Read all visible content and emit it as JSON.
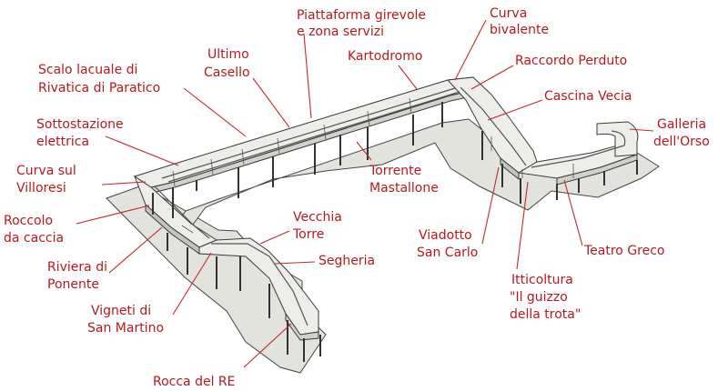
{
  "labels": {
    "scalo": [
      "Scalo lacuale di",
      "Rivatica di Paratico"
    ],
    "ultimo": [
      "Ultimo",
      "Casello"
    ],
    "piattaforma": [
      "Piattaforma girevole",
      "e zona servizi"
    ],
    "curva_bivalente": [
      "Curva",
      "bivalente"
    ],
    "kartodromo": [
      "Kartodromo"
    ],
    "raccordo": [
      "Raccordo Perduto"
    ],
    "cascina": [
      "Cascina Vecia"
    ],
    "galleria": [
      "Galleria",
      "dell'Orso"
    ],
    "sottostazione": [
      "Sottostazione",
      "elettrica"
    ],
    "curva_villoresi": [
      "Curva sul",
      "Villoresi"
    ],
    "roccolo": [
      "Roccolo",
      "da caccia"
    ],
    "riviera": [
      "Riviera di",
      "Ponente"
    ],
    "vigneti": [
      "Vigneti di",
      "San Martino"
    ],
    "rocca": [
      "Rocca del RE"
    ],
    "vecchia_torre": [
      "Vecchia",
      "Torre"
    ],
    "segheria": [
      "Segheria"
    ],
    "torrente": [
      "Torrente",
      "Mastallone"
    ],
    "viadotto": [
      "Viadotto",
      "San Carlo"
    ],
    "itticoltura": [
      "Itticoltura",
      "\"Il guizzo",
      "della trota\""
    ],
    "teatro": [
      "Teatro Greco"
    ]
  },
  "colors": {
    "label": "#b8181c",
    "leader": "#c42a2a"
  }
}
